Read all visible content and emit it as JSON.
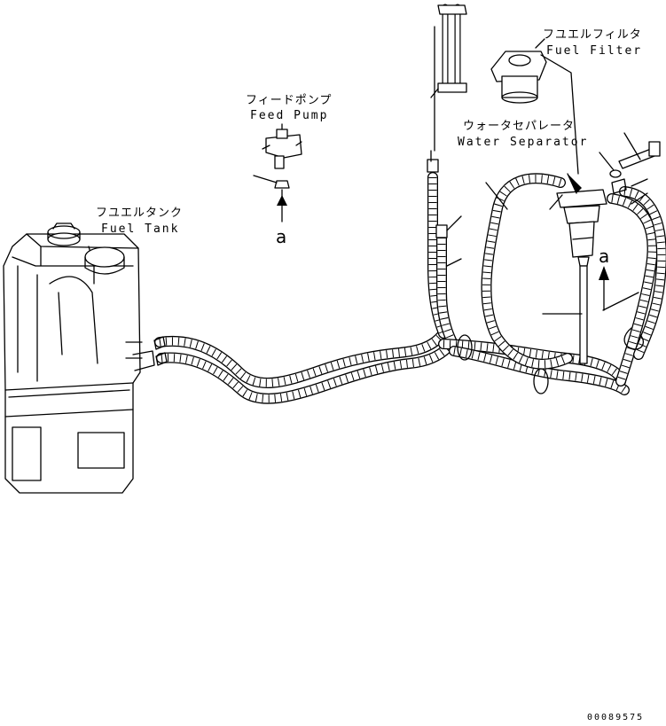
{
  "labels": {
    "fuel_tank_jp": "フユエルタンク",
    "fuel_tank_en": "Fuel Tank",
    "feed_pump_jp": "フィードポンプ",
    "feed_pump_en": "Feed Pump",
    "fuel_filter_jp": "フユエルフィルタ",
    "fuel_filter_en": "Fuel Filter",
    "water_separator_jp": "ウォータセパレータ",
    "water_separator_en": "Water Separator"
  },
  "view_markers": {
    "feed_pump_marker": "a",
    "separator_marker": "a"
  },
  "drawing_number": "00089575"
}
